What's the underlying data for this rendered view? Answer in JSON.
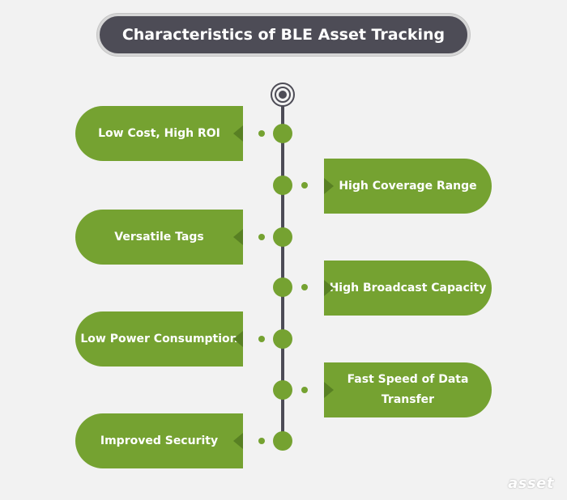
{
  "title": "Characteristics of BLE Asset Tracking",
  "items": [
    {
      "label": "Low Cost, High ROI",
      "side": "left"
    },
    {
      "label": "High Coverage Range",
      "side": "right"
    },
    {
      "label": "Versatile Tags",
      "side": "left"
    },
    {
      "label": "High Broadcast Capacity",
      "side": "right"
    },
    {
      "label": "Low Power Consumption",
      "side": "left"
    },
    {
      "label": "Fast Speed of Data Transfer",
      "side": "right"
    },
    {
      "label": "Improved Security",
      "side": "left"
    }
  ],
  "logo": "asset",
  "colors": {
    "green": "#75a231",
    "line": "#4d4c56",
    "background": "#f2f2f2"
  }
}
